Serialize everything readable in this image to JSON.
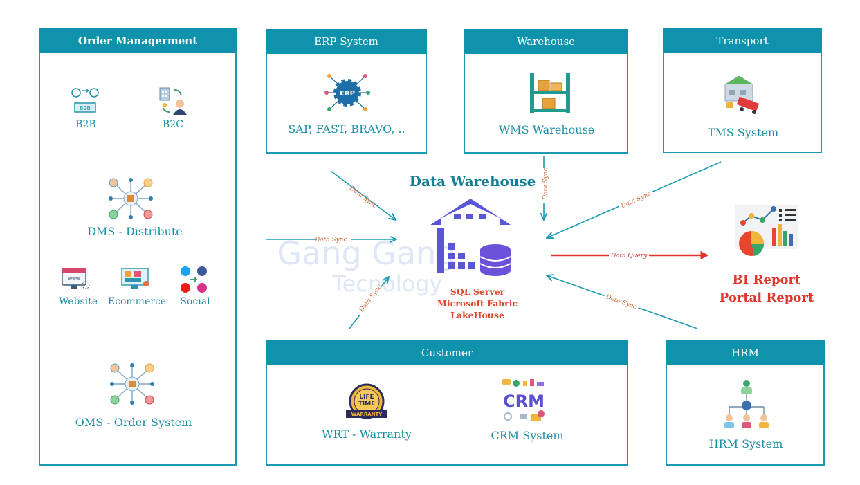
{
  "order_mgmt": {
    "title": "Order Managerment",
    "b2b": "B2B",
    "b2c": "B2C",
    "dms": "DMS - Distribute",
    "website": "Website",
    "ecommerce": "Ecommerce",
    "social": "Social",
    "oms": "OMS - Order System"
  },
  "erp": {
    "title": "ERP System",
    "label": "SAP, FAST, BRAVO, ..",
    "badge": "ERP"
  },
  "warehouse": {
    "title": "Warehouse",
    "label": "WMS Warehouse"
  },
  "transport": {
    "title": "Transport",
    "label": "TMS System"
  },
  "data_warehouse": {
    "title": "Data Warehouse",
    "line1": "SQL Server",
    "line2": "Microsoft Fabric",
    "line3": "LakeHouse"
  },
  "bi": {
    "line1": "BI Report",
    "line2": "Portal Report"
  },
  "customer": {
    "title": "Customer",
    "wrt": "WRT - Warranty",
    "crm": "CRM System",
    "wrt_badge_top": "LIFE",
    "wrt_badge_mid": "TIME",
    "wrt_badge_bottom": "WARRANTY",
    "crm_badge": "CRM"
  },
  "hrm": {
    "title": "HRM",
    "label": "HRM System"
  },
  "connectors": {
    "sync": "Data Sync",
    "query": "Data Query"
  },
  "watermark": {
    "line1": "Gang Gang",
    "line2": "Tecnology"
  },
  "icon_texts": {
    "b2b": "B2B",
    "www": "www"
  },
  "colors": {
    "teal": "#0f93ad",
    "red": "#e0352b",
    "orange": "#d2693a",
    "purple": "#6a52d9"
  }
}
